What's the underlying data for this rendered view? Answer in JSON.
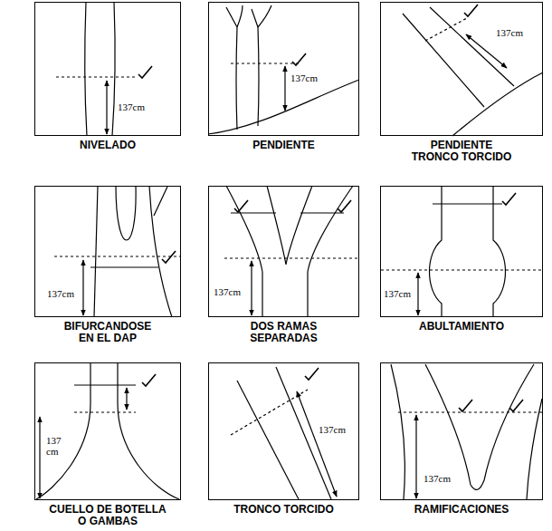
{
  "diagram": {
    "nodes": [
      {
        "text": [
          "137cm",
          "NIVELADO"
        ]
      },
      {
        "text": [
          "137cm",
          "PENDIENTE"
        ]
      },
      {
        "text": [
          "137cm",
          "PENDIENTE TRONCO TORCIDO"
        ]
      },
      {
        "text": [
          "137cm",
          "BIFURCANDOSE EN EL DAP"
        ]
      },
      {
        "text": [
          "137cm",
          "DOS RAMAS SEPARADAS"
        ]
      },
      {
        "text": [
          "137cm",
          "ABULTAMIENTO"
        ]
      },
      {
        "text": [
          "137 cm",
          "CUELLO DE BOTELLA O GAMBAS"
        ]
      },
      {
        "text": [
          "137cm",
          "TRONCO TORCIDO"
        ]
      },
      {
        "text": [
          "137cm",
          "RAMIFICACIONES"
        ]
      }
    ]
  }
}
